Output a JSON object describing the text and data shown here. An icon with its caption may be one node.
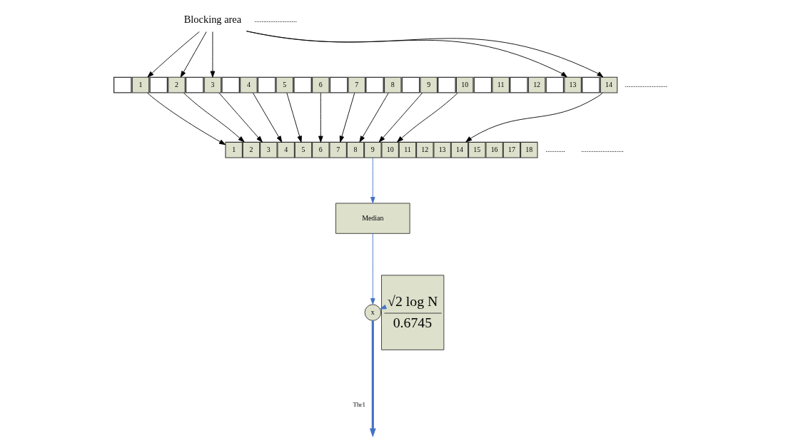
{
  "diagram": {
    "nodes": [
      {
        "text": [
          "Blocking area"
        ]
      },
      {
        "text": [],
        "shape": "box"
      },
      {
        "text": [
          "1"
        ]
      },
      {
        "text": [],
        "shape": "box"
      },
      {
        "text": [
          "2"
        ]
      },
      {
        "text": [],
        "shape": "box"
      },
      {
        "text": [
          "3"
        ]
      },
      {
        "text": [],
        "shape": "box"
      },
      {
        "text": [
          "4"
        ]
      },
      {
        "text": [],
        "shape": "box"
      },
      {
        "text": [
          "5"
        ]
      },
      {
        "text": [],
        "shape": "box"
      },
      {
        "text": [
          "6"
        ]
      },
      {
        "text": [],
        "shape": "box"
      },
      {
        "text": [
          "7"
        ]
      },
      {
        "text": [],
        "shape": "box"
      },
      {
        "text": [
          "8"
        ]
      },
      {
        "text": [],
        "shape": "box"
      },
      {
        "text": [
          "9"
        ]
      },
      {
        "text": [],
        "shape": "box"
      },
      {
        "text": [
          "10"
        ]
      },
      {
        "text": [],
        "shape": "box"
      },
      {
        "text": [
          "11"
        ]
      },
      {
        "text": [],
        "shape": "box"
      },
      {
        "text": [
          "12"
        ]
      },
      {
        "text": [],
        "shape": "box"
      },
      {
        "text": [
          "13"
        ]
      },
      {
        "text": [],
        "shape": "box"
      },
      {
        "text": [
          "14"
        ]
      },
      {
        "text": [
          "1"
        ]
      },
      {
        "text": [
          "2"
        ]
      },
      {
        "text": [
          "3"
        ]
      },
      {
        "text": [
          "4"
        ]
      },
      {
        "text": [
          "5"
        ]
      },
      {
        "text": [
          "6"
        ]
      },
      {
        "text": [
          "7"
        ]
      },
      {
        "text": [
          "8"
        ]
      },
      {
        "text": [
          "9"
        ]
      },
      {
        "text": [
          "10"
        ]
      },
      {
        "text": [
          "11"
        ]
      },
      {
        "text": [
          "12"
        ]
      },
      {
        "text": [
          "13"
        ]
      },
      {
        "text": [
          "14"
        ]
      },
      {
        "text": [
          "15"
        ]
      },
      {
        "text": [
          "16"
        ]
      },
      {
        "text": [
          "17"
        ]
      },
      {
        "text": [
          "18"
        ]
      },
      {
        "text": [
          "Median"
        ]
      },
      {
        "text": [
          "x"
        ]
      },
      {
        "text": [
          "√2 log N",
          "0.6745"
        ]
      }
    ],
    "edges": [
      {
        "from": 0,
        "to": 2,
        "arrow": "to"
      },
      {
        "from": 0,
        "to": 4,
        "arrow": "to"
      },
      {
        "from": 0,
        "to": 6,
        "arrow": "to"
      },
      {
        "from": 0,
        "to": 26,
        "arrow": "to"
      },
      {
        "from": 0,
        "to": 28,
        "arrow": "to"
      },
      {
        "from": 2,
        "to": 29,
        "arrow": "to"
      },
      {
        "from": 4,
        "to": 30,
        "arrow": "to"
      },
      {
        "from": 6,
        "to": 31,
        "arrow": "to"
      },
      {
        "from": 8,
        "to": 32,
        "arrow": "to"
      },
      {
        "from": 10,
        "to": 33,
        "arrow": "to"
      },
      {
        "from": 12,
        "to": 34,
        "arrow": "to"
      },
      {
        "from": 14,
        "to": 35,
        "arrow": "to"
      },
      {
        "from": 16,
        "to": 36,
        "arrow": "to"
      },
      {
        "from": 18,
        "to": 37,
        "arrow": "to"
      },
      {
        "from": 20,
        "to": 38,
        "arrow": "to"
      },
      {
        "from": 28,
        "to": 42,
        "arrow": "to"
      },
      {
        "from": 37,
        "to": 47,
        "arrow": "to",
        "color": "#4472c4"
      },
      {
        "from": 47,
        "to": 48,
        "arrow": "to",
        "color": "#4472c4"
      },
      {
        "from": 49,
        "to": 48,
        "arrow": "to",
        "color": "#4472c4"
      },
      {
        "from": 48,
        "to": null,
        "arrow": "to",
        "label": "Thr1",
        "style": "thick",
        "color": "#4472c4"
      }
    ],
    "labels": [
      "........................",
      "........................",
      "...........",
      "........................"
    ]
  }
}
